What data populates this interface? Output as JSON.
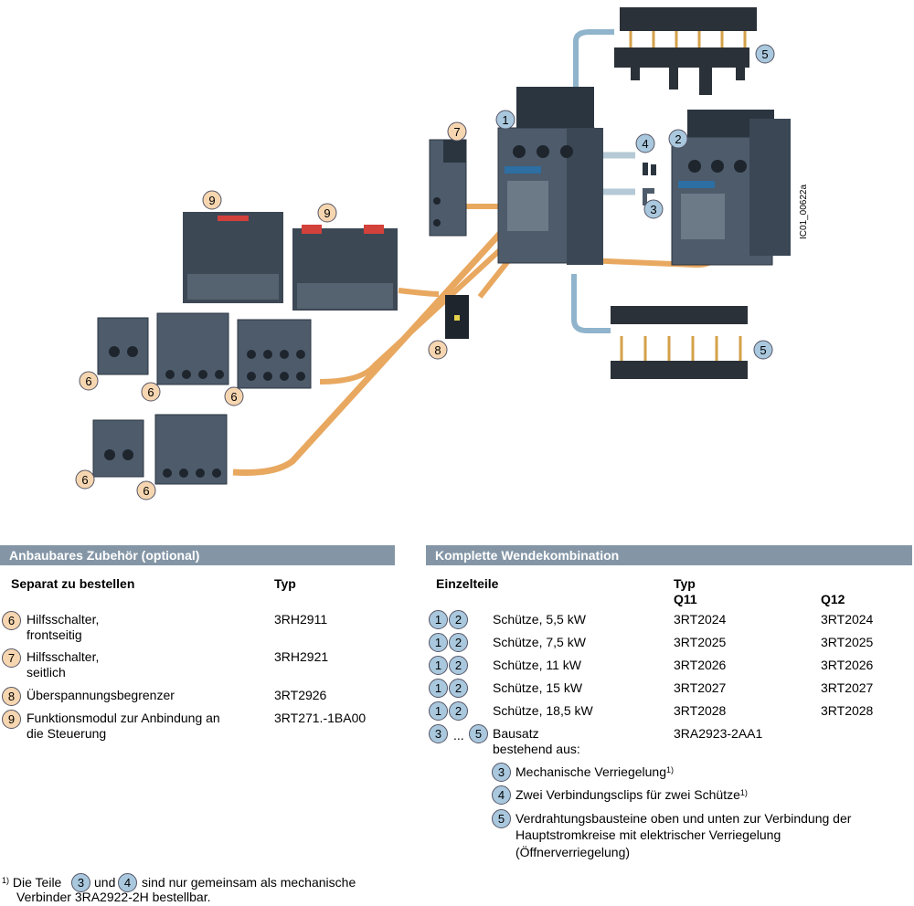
{
  "figure": {
    "ref_code": "IC01_00622a",
    "callouts": [
      "1",
      "2",
      "3",
      "4",
      "5",
      "5",
      "6",
      "6",
      "6",
      "6",
      "6",
      "7",
      "8",
      "9",
      "9"
    ],
    "colors": {
      "device": "#4d5b6b",
      "device_dark": "#2b3540",
      "wire_orange": "#e8a860",
      "wire_blue": "#8fb4cc",
      "callout_blue": "#a9c8de",
      "callout_orange": "#f6d6b0"
    }
  },
  "left": {
    "header": "Anbaubares Zubehör (optional)",
    "col1": "Separat zu bestellen",
    "col2": "Typ",
    "rows": [
      {
        "num": "6",
        "line1": "Hilfsschalter,",
        "line2": "frontseitig",
        "type": "3RH2911"
      },
      {
        "num": "7",
        "line1": "Hilfsschalter,",
        "line2": "seitlich",
        "type": "3RH2921"
      },
      {
        "num": "8",
        "line1": "Überspannungsbegrenzer",
        "line2": "",
        "type": "3RT2926"
      },
      {
        "num": "9",
        "line1": "Funktionsmodul zur Anbindung an",
        "line2": "die Steuerung",
        "type": "3RT271.-1BA00"
      }
    ]
  },
  "right": {
    "header": "Komplette Wendekombination",
    "col1": "Einzelteile",
    "col_typ": "Typ",
    "col_q11": "Q11",
    "col_q12": "Q12",
    "rows": [
      {
        "a": "1",
        "b": "2",
        "label": "Schütze, 5,5 kW",
        "q11": "3RT2024",
        "q12": "3RT2024"
      },
      {
        "a": "1",
        "b": "2",
        "label": "Schütze, 7,5 kW",
        "q11": "3RT2025",
        "q12": "3RT2025"
      },
      {
        "a": "1",
        "b": "2",
        "label": "Schütze, 11 kW",
        "q11": "3RT2026",
        "q12": "3RT2026"
      },
      {
        "a": "1",
        "b": "2",
        "label": "Schütze, 15 kW",
        "q11": "3RT2027",
        "q12": "3RT2027"
      },
      {
        "a": "1",
        "b": "2",
        "label": "Schütze, 18,5 kW",
        "q11": "3RT2028",
        "q12": "3RT2028"
      }
    ],
    "kit": {
      "a": "3",
      "dots": "...",
      "b": "5",
      "line1": "Bausatz",
      "line2": "bestehend aus:",
      "type": "3RA2923-2AA1"
    },
    "sub": [
      {
        "num": "3",
        "text": "Mechanische Verriegelung",
        "sup": "1)"
      },
      {
        "num": "4",
        "text": "Zwei Verbindungsclips für zwei Schütze",
        "sup": "1)"
      },
      {
        "num": "5",
        "line1": "Verdrahtungsbausteine oben und unten zur Verbindung der",
        "line2": "Hauptstromkreise mit elektrischer Verriegelung",
        "line3": "(Öffnerverriegelung)"
      }
    ]
  },
  "footnote": {
    "mark": "1)",
    "part1": "Die Teile",
    "n1": "3",
    "part2": "und",
    "n2": "4",
    "part3": "sind nur gemeinsam als mechanische",
    "line2": "Verbinder 3RA2922-2H bestellbar."
  }
}
